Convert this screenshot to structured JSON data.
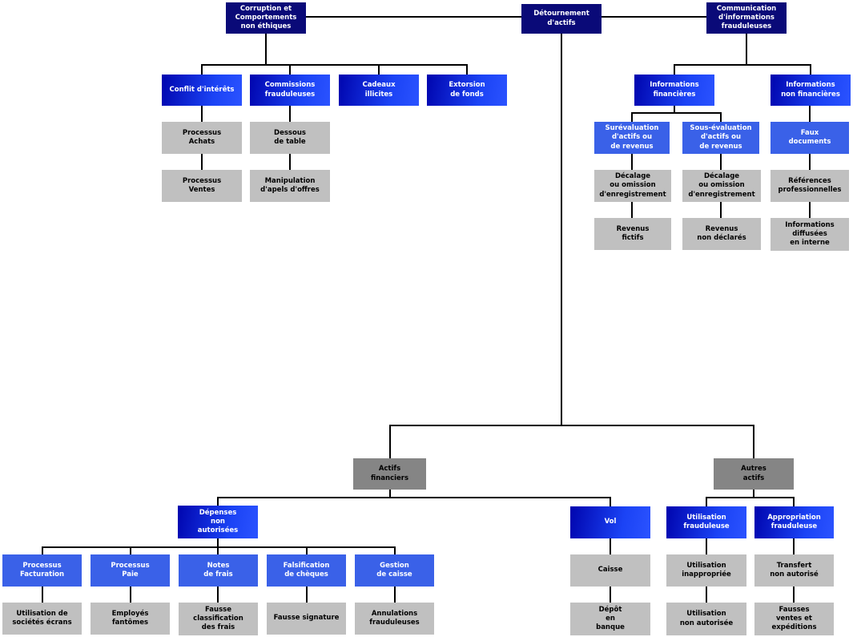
{
  "diagram": {
    "type": "org-chart",
    "language": "fr",
    "palette": {
      "level1_navy": "#0a0a78",
      "level2_blue_start": "#0005ae",
      "level2_blue_end": "#2b53ff",
      "level3_royal_blue": "#3a61e8",
      "leaf_gray": "#c0c0c0",
      "branch_dark_gray": "#858585",
      "connector_black": "#000000",
      "background": "#ffffff"
    }
  },
  "nodes": {
    "corruption": {
      "label": "Corruption et\nComportements\nnon éthiques"
    },
    "detournement": {
      "label": "Détournement\nd'actifs"
    },
    "communication": {
      "label": "Communication\nd'informations\nfrauduleuses"
    },
    "conflit": {
      "label": "Conflit d'intérêts"
    },
    "commissions": {
      "label": "Commissions\nfrauduleuses"
    },
    "cadeaux": {
      "label": "Cadeaux\nillicites"
    },
    "extorsion": {
      "label": "Extorsion\nde fonds"
    },
    "info_fin": {
      "label": "Informations\nfinancières"
    },
    "info_nonfin": {
      "label": "Informations\nnon financières"
    },
    "processus_achats": {
      "label": "Processus\nAchats"
    },
    "dessous_table": {
      "label": "Dessous\nde table"
    },
    "processus_ventes": {
      "label": "Processus\nVentes"
    },
    "manipulation": {
      "label": "Manipulation\nd'apels d'offres"
    },
    "surevaluation": {
      "label": "Surévaluation\nd'actifs ou\nde revenus"
    },
    "sousevaluation": {
      "label": "Sous-évaluation\nd'actifs ou\nde revenus"
    },
    "faux_documents": {
      "label": "Faux\ndocuments"
    },
    "decalage1": {
      "label": "Décalage\nou omission\nd'enregistrement"
    },
    "decalage2": {
      "label": "Décalage\nou omission\nd'enregistrement"
    },
    "references": {
      "label": "Références\nprofessionnelles"
    },
    "revenus_fictifs": {
      "label": "Revenus\nfictifs"
    },
    "revenus_nondeclares": {
      "label": "Revenus\nnon déclarés"
    },
    "info_diffusees": {
      "label": "Informations\ndiffusées\nen interne"
    },
    "actifs_financiers": {
      "label": "Actifs\nfinanciers"
    },
    "autres_actifs": {
      "label": "Autres\nactifs"
    },
    "depenses": {
      "label": "Dépenses\nnon\nautorisées"
    },
    "vol": {
      "label": "Vol"
    },
    "utilisation_frauduleuse": {
      "label": "Utilisation\nfrauduleuse"
    },
    "appropriation_frauduleuse": {
      "label": "Appropriation\nfrauduleuse"
    },
    "processus_facturation": {
      "label": "Processus\nFacturation"
    },
    "processus_paie": {
      "label": "Processus\nPaie"
    },
    "notes_de_frais": {
      "label": "Notes\nde frais"
    },
    "falsification_cheques": {
      "label": "Falsification\nde chèques"
    },
    "gestion_caisse": {
      "label": "Gestion\nde caisse"
    },
    "caisse": {
      "label": "Caisse"
    },
    "utilisation_inappropriee": {
      "label": "Utilisation\ninappropriée"
    },
    "transfert_non_autorise": {
      "label": "Transfert\nnon autorisé"
    },
    "utilisation_societes_ecrans": {
      "label": "Utilisation de\nsociétés écrans"
    },
    "employes_fantomes": {
      "label": "Employés\nfantômes"
    },
    "fausse_classification": {
      "label": "Fausse\nclassification\ndes frais"
    },
    "fausse_signature": {
      "label": "Fausse signature"
    },
    "annulations_frauduleuses": {
      "label": "Annulations\nfrauduleuses"
    },
    "depot_banque": {
      "label": "Dépôt\nen\nbanque"
    },
    "utilisation_non_autorisee": {
      "label": "Utilisation\nnon autorisée"
    },
    "fausses_ventes": {
      "label": "Fausses\nventes et\nexpéditions"
    }
  }
}
